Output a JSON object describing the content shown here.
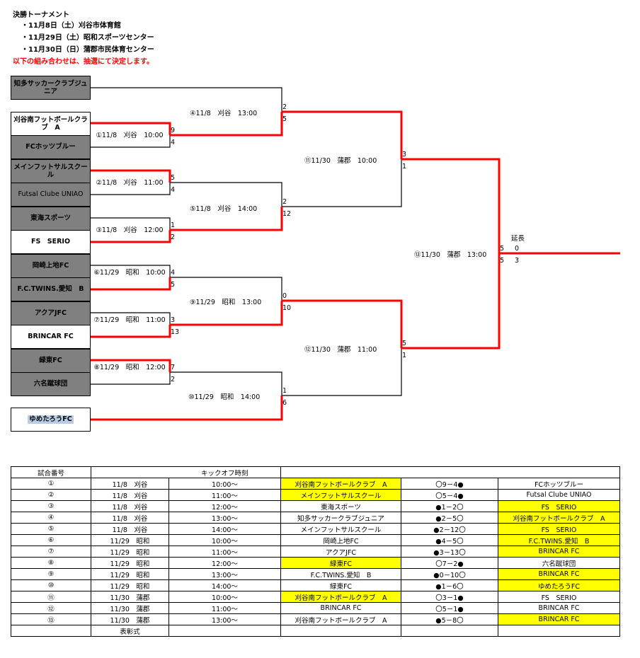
{
  "header": {
    "title": "決勝トーナメント",
    "dates": [
      "・11月8日（土）刈谷市体育館",
      "・11月29日（土）昭和スポーツセンター",
      "・11月30日（日）蒲郡市民体育センター"
    ],
    "notice": "以下の組み合わせは、抽選にて決定します。"
  },
  "teams": [
    "知多サッカークラブジュニア",
    "刈谷南フットボールクラブ　A",
    "FCホッツブルー",
    "メインフットサルスクール",
    "Futsal Clube UNIAO",
    "東海スポーツ",
    "FS　SERIO",
    "岡崎上地FC",
    "F.C.TWINS.愛知　B",
    "アクアJFC",
    "BRINCAR FC",
    "緑東FC",
    "六名蹴球団",
    "ゆめたろうFC"
  ],
  "matches": {
    "m1": "①11/8　刈谷　10:00",
    "m2": "②11/8　刈谷　11:00",
    "m3": "③11/8　刈谷　12:00",
    "m4": "④11/8　刈谷　13:00",
    "m5": "⑤11/8　刈谷　14:00",
    "m6": "⑥11/29　昭和　10:00",
    "m7": "⑦11/29　昭和　11:00",
    "m8": "⑧11/29　昭和　12:00",
    "m9": "⑨11/29　昭和　13:00",
    "m10": "⑩11/29　昭和　14:00",
    "m11": "⑪11/30　蒲郡　10:00",
    "m12": "⑫11/30　蒲郡　11:00",
    "m13": "⑬11/30　蒲郡　13:00"
  },
  "scores": {
    "m1": [
      "9",
      "4"
    ],
    "m2": [
      "5",
      "4"
    ],
    "m3": [
      "1",
      "2"
    ],
    "m4": [
      "2",
      "5"
    ],
    "m5": [
      "2",
      "12"
    ],
    "m6": [
      "4",
      "5"
    ],
    "m7": [
      "3",
      "13"
    ],
    "m8": [
      "7",
      "2"
    ],
    "m9": [
      "0",
      "10"
    ],
    "m10": [
      "1",
      "6"
    ],
    "m11": [
      "3",
      "1"
    ],
    "m12": [
      "5",
      "1"
    ],
    "m13": [
      "5",
      "5"
    ],
    "final_extra": [
      "0",
      "3"
    ],
    "final_note": "延長"
  },
  "colors": {
    "win_line": "#ff0000",
    "lose_line": "#000000",
    "highlight": "#ffff00",
    "gray": "#808080"
  },
  "table": {
    "headers": [
      "試合番号",
      "",
      "キックオフ時刻",
      "",
      "",
      ""
    ],
    "rows": [
      [
        "①",
        "11/8　刈谷",
        "10:00～",
        "刈谷南フットボールクラブ　A",
        "〇9－4●",
        "FCホッツブルー"
      ],
      [
        "②",
        "11/8　刈谷",
        "11:00～",
        "メインフットサルスクール",
        "〇5－4●",
        "Futsal Clube UNIAO"
      ],
      [
        "③",
        "11/8　刈谷",
        "12:00～",
        "東海スポーツ",
        "●1－2〇",
        "FS　SERIO"
      ],
      [
        "④",
        "11/8　刈谷",
        "13:00～",
        "知多サッカークラブジュニア",
        "●2－5〇",
        "刈谷南フットボールクラブ　A"
      ],
      [
        "⑤",
        "11/8　刈谷",
        "14:00～",
        "メインフットサルスクール",
        "●2－12〇",
        "FS　SERIO"
      ],
      [
        "⑥",
        "11/29　昭和",
        "10:00～",
        "岡崎上地FC",
        "●4－5〇",
        "F.C.TWINS.愛知　B"
      ],
      [
        "⑦",
        "11/29　昭和",
        "11:00～",
        "アクアJFC",
        "●3－13〇",
        "BRINCAR FC"
      ],
      [
        "⑧",
        "11/29　昭和",
        "12:00～",
        "緑東FC",
        "〇7－2●",
        "六名蹴球団"
      ],
      [
        "⑨",
        "11/29　昭和",
        "13:00～",
        "F.C.TWINS.愛知　B",
        "●0－10〇",
        "BRINCAR FC"
      ],
      [
        "⑩",
        "11/29　昭和",
        "14:00～",
        "緑東FC",
        "●1－6〇",
        "ゆめたろうFC"
      ],
      [
        "⑪",
        "11/30　蒲郡",
        "10:00～",
        "刈谷南フットボールクラブ　A",
        "〇3－1●",
        "FS　SERIO"
      ],
      [
        "⑫",
        "11/30　蒲郡",
        "11:00～",
        "BRINCAR FC",
        "〇5－1●",
        "BRINCAR FC"
      ],
      [
        "⑬",
        "11/30　蒲郡",
        "13:00～",
        "刈谷南フットボールクラブ　A",
        "●5－8〇",
        "BRINCAR FC"
      ]
    ],
    "highlight": [
      [
        3
      ],
      [
        3
      ],
      [
        5
      ],
      [
        5
      ],
      [
        5
      ],
      [
        5
      ],
      [
        5
      ],
      [
        3
      ],
      [
        5
      ],
      [
        5
      ],
      [
        3
      ],
      [],
      [
        5
      ]
    ],
    "last_row_label": "表彰式"
  }
}
